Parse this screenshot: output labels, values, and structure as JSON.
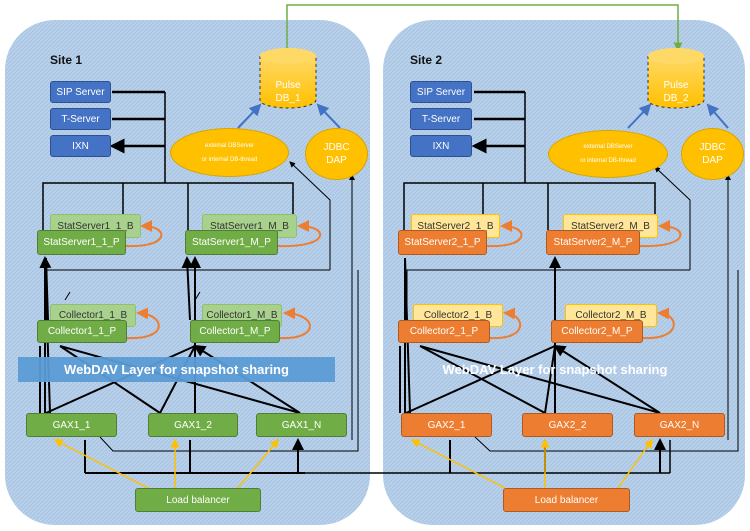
{
  "colors": {
    "site_panel": "#b8d0ea",
    "control": "#4472c4",
    "site1_primary": "#70ad47",
    "site1_backup": "#a9d18e",
    "site2_primary": "#ed7d31",
    "site2_backup": "#ffe699",
    "database": "#ffc000",
    "webdav": "#5b9bd5",
    "replication": "#ed7d31",
    "load_balancer_link": "#ffc000",
    "db_link": "#70ad47"
  },
  "site1": {
    "label": "Site 1",
    "servers": [
      "SIP Server",
      "T-Server",
      "IXN"
    ],
    "db": {
      "line1": "Pulse",
      "line2": "DB_1"
    },
    "dbserver": {
      "line1": "external DBServer",
      "line2": "or internal DB-thread"
    },
    "jdbc": {
      "line1": "JDBC",
      "line2": "DAP"
    },
    "statservers": {
      "b1": "StatServer1_1_B",
      "p1": "StatServer1_1_P",
      "bm": "StatServer1_M_B",
      "pm": "StatServer1_M_P"
    },
    "collectors": {
      "b1": "Collector1_1_B",
      "p1": "Collector1_1_P",
      "bm": "Collector1_M_B",
      "pm": "Collector1_M_P"
    },
    "webdav": "WebDAV Layer for snapshot sharing",
    "gax": [
      "GAX1_1",
      "GAX1_2",
      "GAX1_N"
    ],
    "load_balancer": "Load balancer"
  },
  "site2": {
    "label": "Site 2",
    "servers": [
      "SIP Server",
      "T-Server",
      "IXN"
    ],
    "db": {
      "line1": "Pulse",
      "line2": "DB_2"
    },
    "dbserver": {
      "line1": "external DBServer",
      "line2": "or internal DB-thread"
    },
    "jdbc": {
      "line1": "JDBC",
      "line2": "DAP"
    },
    "statservers": {
      "b1": "StatServer2_1_B",
      "p1": "StatServer2_1_P",
      "bm": "StatServer2_M_B",
      "pm": "StatServer2_M_P"
    },
    "collectors": {
      "b1": "Collector2_1_B",
      "p1": "Collector2_1_P",
      "bm": "Collector2_M_B",
      "pm": "Collector2_M_P"
    },
    "webdav": "WebDAV Layer for snapshot sharing",
    "gax": [
      "GAX2_1",
      "GAX2_2",
      "GAX2_N"
    ],
    "load_balancer": "Load balancer"
  }
}
